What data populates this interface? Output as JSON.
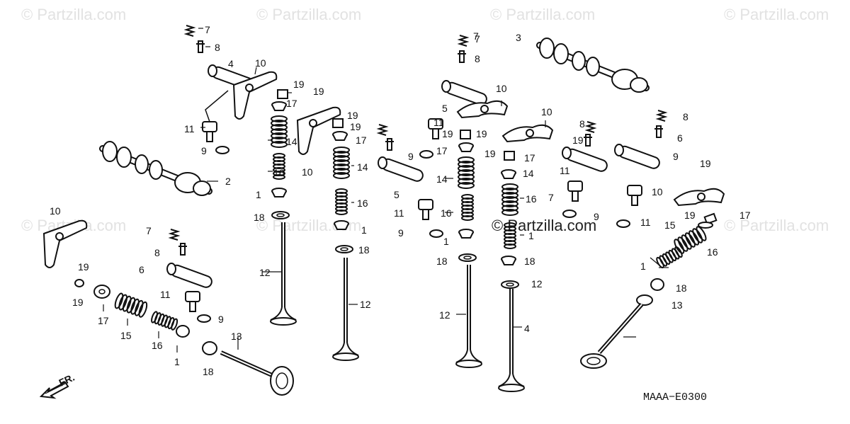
{
  "watermark": "© Partzilla.com",
  "diagram_code": "MAAA−E0300",
  "front_arrow_label": "FR.",
  "callouts": [
    "7",
    "8",
    "4",
    "10",
    "19",
    "19",
    "17",
    "11",
    "14",
    "16",
    "9",
    "1",
    "18",
    "12",
    "2",
    "10",
    "19",
    "19",
    "17",
    "14",
    "16",
    "1",
    "18",
    "12",
    "10",
    "6",
    "7",
    "8",
    "11",
    "9",
    "19",
    "19",
    "17",
    "15",
    "16",
    "18",
    "13",
    "1",
    "7",
    "8",
    "5",
    "10",
    "11",
    "19",
    "19",
    "17",
    "9",
    "14",
    "16",
    "1",
    "18",
    "12",
    "9",
    "5",
    "11",
    "3",
    "10",
    "7",
    "8",
    "19",
    "19",
    "17",
    "14",
    "16",
    "1",
    "18",
    "12",
    "4",
    "11",
    "7",
    "8",
    "6",
    "9",
    "9",
    "11",
    "10",
    "19",
    "19",
    "17",
    "15",
    "16",
    "1",
    "18",
    "13"
  ],
  "colors": {
    "line": "#111111",
    "watermark": "#e2e2e2"
  }
}
